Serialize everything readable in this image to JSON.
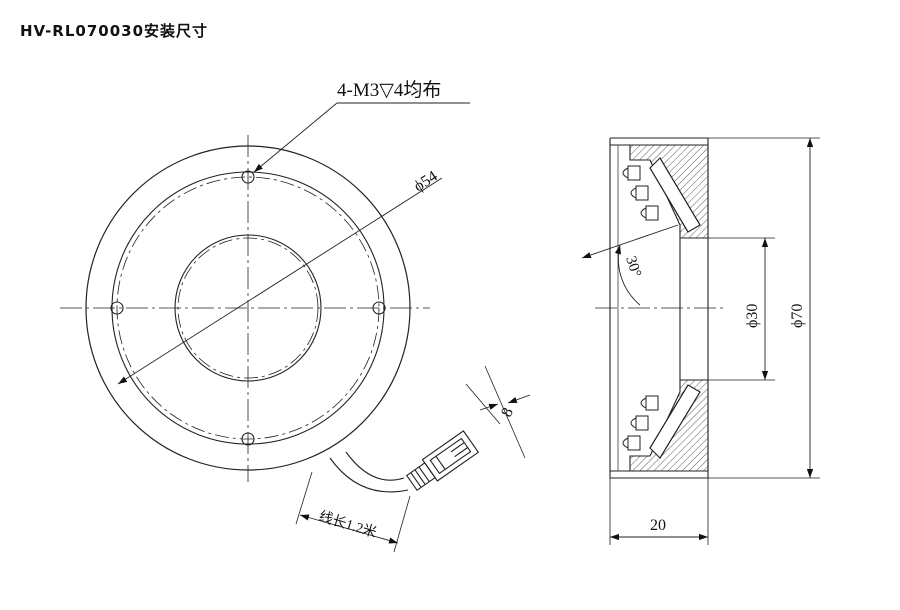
{
  "title": "HV-RL070030安装尺寸",
  "front_view": {
    "hole_note": "4-M3▽4均布",
    "pcd_label": "ϕ54",
    "cable_width_label": "8",
    "cable_length_label": "线长1.2米"
  },
  "side_view": {
    "angle_label": "30°",
    "inner_diameter_label": "ϕ30",
    "outer_diameter_label": "ϕ70",
    "width_label": "20"
  }
}
